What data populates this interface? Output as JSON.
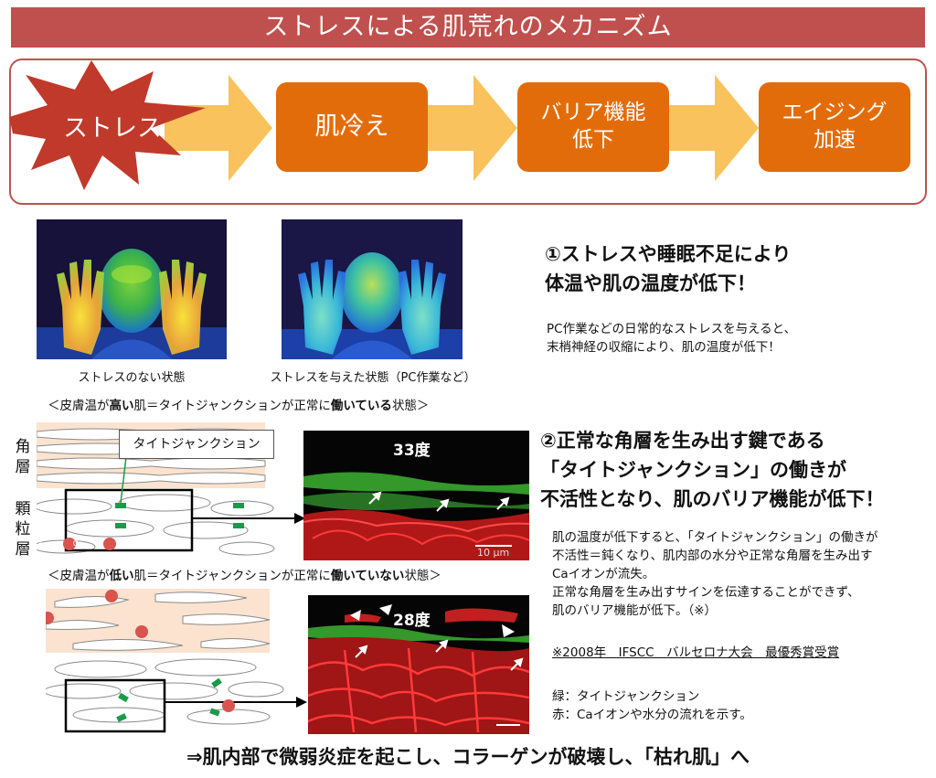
{
  "title": "ストレスによる肌荒れのメカニズム",
  "flow": {
    "stress": "ストレス",
    "step1": "肌冷え",
    "step2_line1": "バリア機能",
    "step2_line2": "低下",
    "step3_line1": "エイジング",
    "step3_line2": "加速"
  },
  "thermal": {
    "caption_left": "ストレスのない状態",
    "caption_right": "ストレスを与えた状態（PC作業など）"
  },
  "section1": {
    "heading_line1": "①ストレスや睡眠不足により",
    "heading_line2": "体温や肌の温度が低下！",
    "body_line1": "PC作業などの日常的なストレスを与えると、",
    "body_line2": "末梢神経の収縮により、肌の温度が低下！"
  },
  "high_temp": {
    "pre": "＜皮膚温が",
    "bold1": "高い",
    "mid": "肌＝タイトジャンクションが正常に",
    "bold2": "働いている",
    "post": "状態＞"
  },
  "low_temp": {
    "pre": "＜皮膚温が",
    "bold1": "低い",
    "mid": "肌＝タイトジャンクションが正常に",
    "bold2": "働いていない",
    "post": "状態＞"
  },
  "layers": {
    "stratum_corneum": "角層",
    "stratum_granulosum": "顆粒層",
    "callout": "タイトジャンクション",
    "ca": "Ca"
  },
  "micro": {
    "temp_high": "33度",
    "scale": "10 μm",
    "temp_low": "28度"
  },
  "section2": {
    "heading_line1": "②正常な角層を生み出す鍵である",
    "heading_line2": "「タイトジャンクション」の働きが",
    "heading_line3": "不活性となり、肌のバリア機能が低下！",
    "body_line1": "肌の温度が低下すると、「タイトジャンクション」の働きが",
    "body_line2": "不活性＝鈍くなり、肌内部の水分や正常な角層を生み出す",
    "body_line3": "Caイオンが流失。",
    "body_line4": "正常な角層を生み出すサインを伝達することができず、",
    "body_line5": "肌のバリア機能が低下。（※）",
    "award": "※2008年　IFSCC　バルセロナ大会　最優秀賞受賞",
    "legend_green": "緑：タイトジャンクション",
    "legend_red": "赤：Caイオンや水分の流れを示す。"
  },
  "conclusion": "⇒肌内部で微弱炎症を起こし、コラーゲンが破壊し、「枯れ肌」へ",
  "colors": {
    "title_bar": "#c0504d",
    "flow_box": "#e36c0a",
    "arrow": "#f9c25c",
    "starburst": "#c0392b",
    "ca_dot": "#d9534f",
    "tj_green": "#1a9a4a"
  }
}
